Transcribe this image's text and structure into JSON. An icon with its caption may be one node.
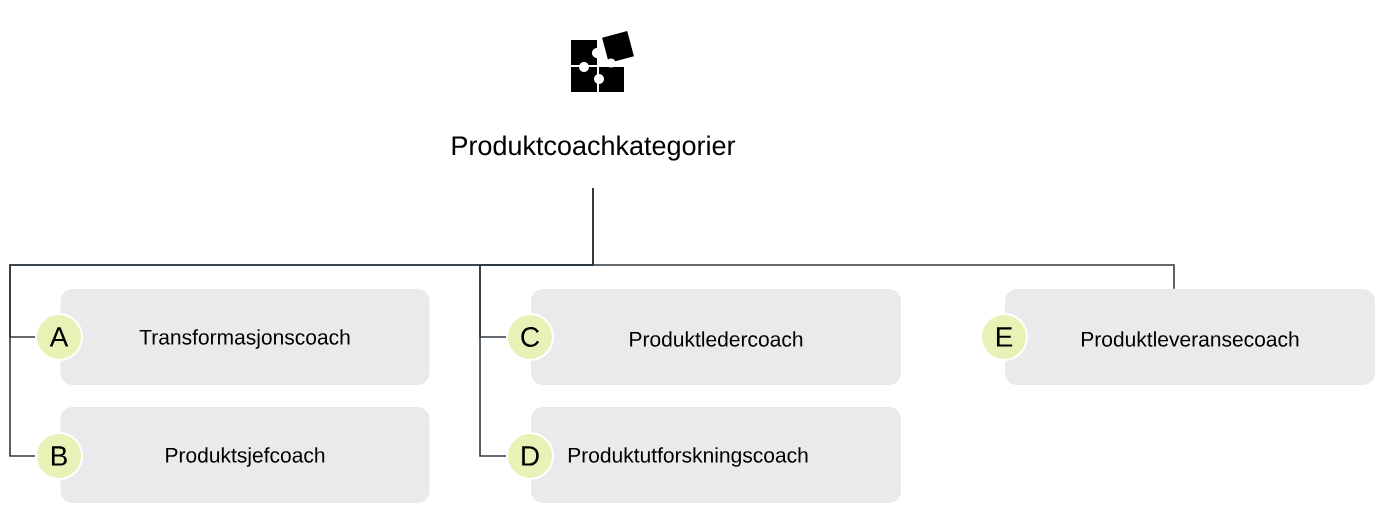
{
  "diagram": {
    "nodes": [
      {
        "text": [
          "Produktcoachkategorier"
        ]
      },
      {
        "text": [
          "A"
        ]
      },
      {
        "text": [
          "Transformasjonscoach"
        ]
      },
      {
        "text": [
          "B"
        ]
      },
      {
        "text": [
          "Produktsjefcoach"
        ]
      },
      {
        "text": [
          "C"
        ]
      },
      {
        "text": [
          "Produktledercoach"
        ]
      },
      {
        "text": [
          "D"
        ]
      },
      {
        "text": [
          "Produktutforskningscoach"
        ]
      },
      {
        "text": [
          "E"
        ]
      },
      {
        "text": [
          "Produktleveransecoach"
        ]
      }
    ],
    "edges": [
      {
        "from": 0,
        "to": 1,
        "arrow": "none"
      },
      {
        "from": 0,
        "to": 3,
        "arrow": "none"
      },
      {
        "from": 0,
        "to": 5,
        "arrow": "none"
      },
      {
        "from": 0,
        "to": 7,
        "arrow": "none"
      },
      {
        "from": 0,
        "to": 10,
        "arrow": "none"
      }
    ]
  }
}
